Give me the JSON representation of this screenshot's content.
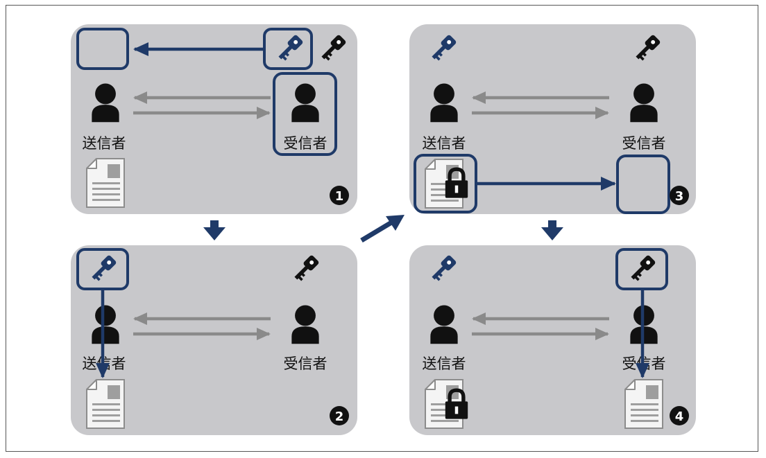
{
  "sender_label": "送信者",
  "receiver_label": "受信者",
  "panels": [
    {
      "number": "1",
      "step": "receiver-sends-public-key"
    },
    {
      "number": "2",
      "step": "sender-encrypts-with-key"
    },
    {
      "number": "3",
      "step": "encrypted-document-sent"
    },
    {
      "number": "4",
      "step": "receiver-decrypts-with-key"
    }
  ],
  "colors": {
    "panel": "#c8c8cb",
    "highlight": "#1f3a68",
    "arrow_gray": "#8a8a8a",
    "person": "#111111",
    "number_badge": "#111111"
  },
  "icons": [
    "person-icon",
    "public-key-icon",
    "private-key-icon",
    "document-icon",
    "padlock-icon"
  ]
}
